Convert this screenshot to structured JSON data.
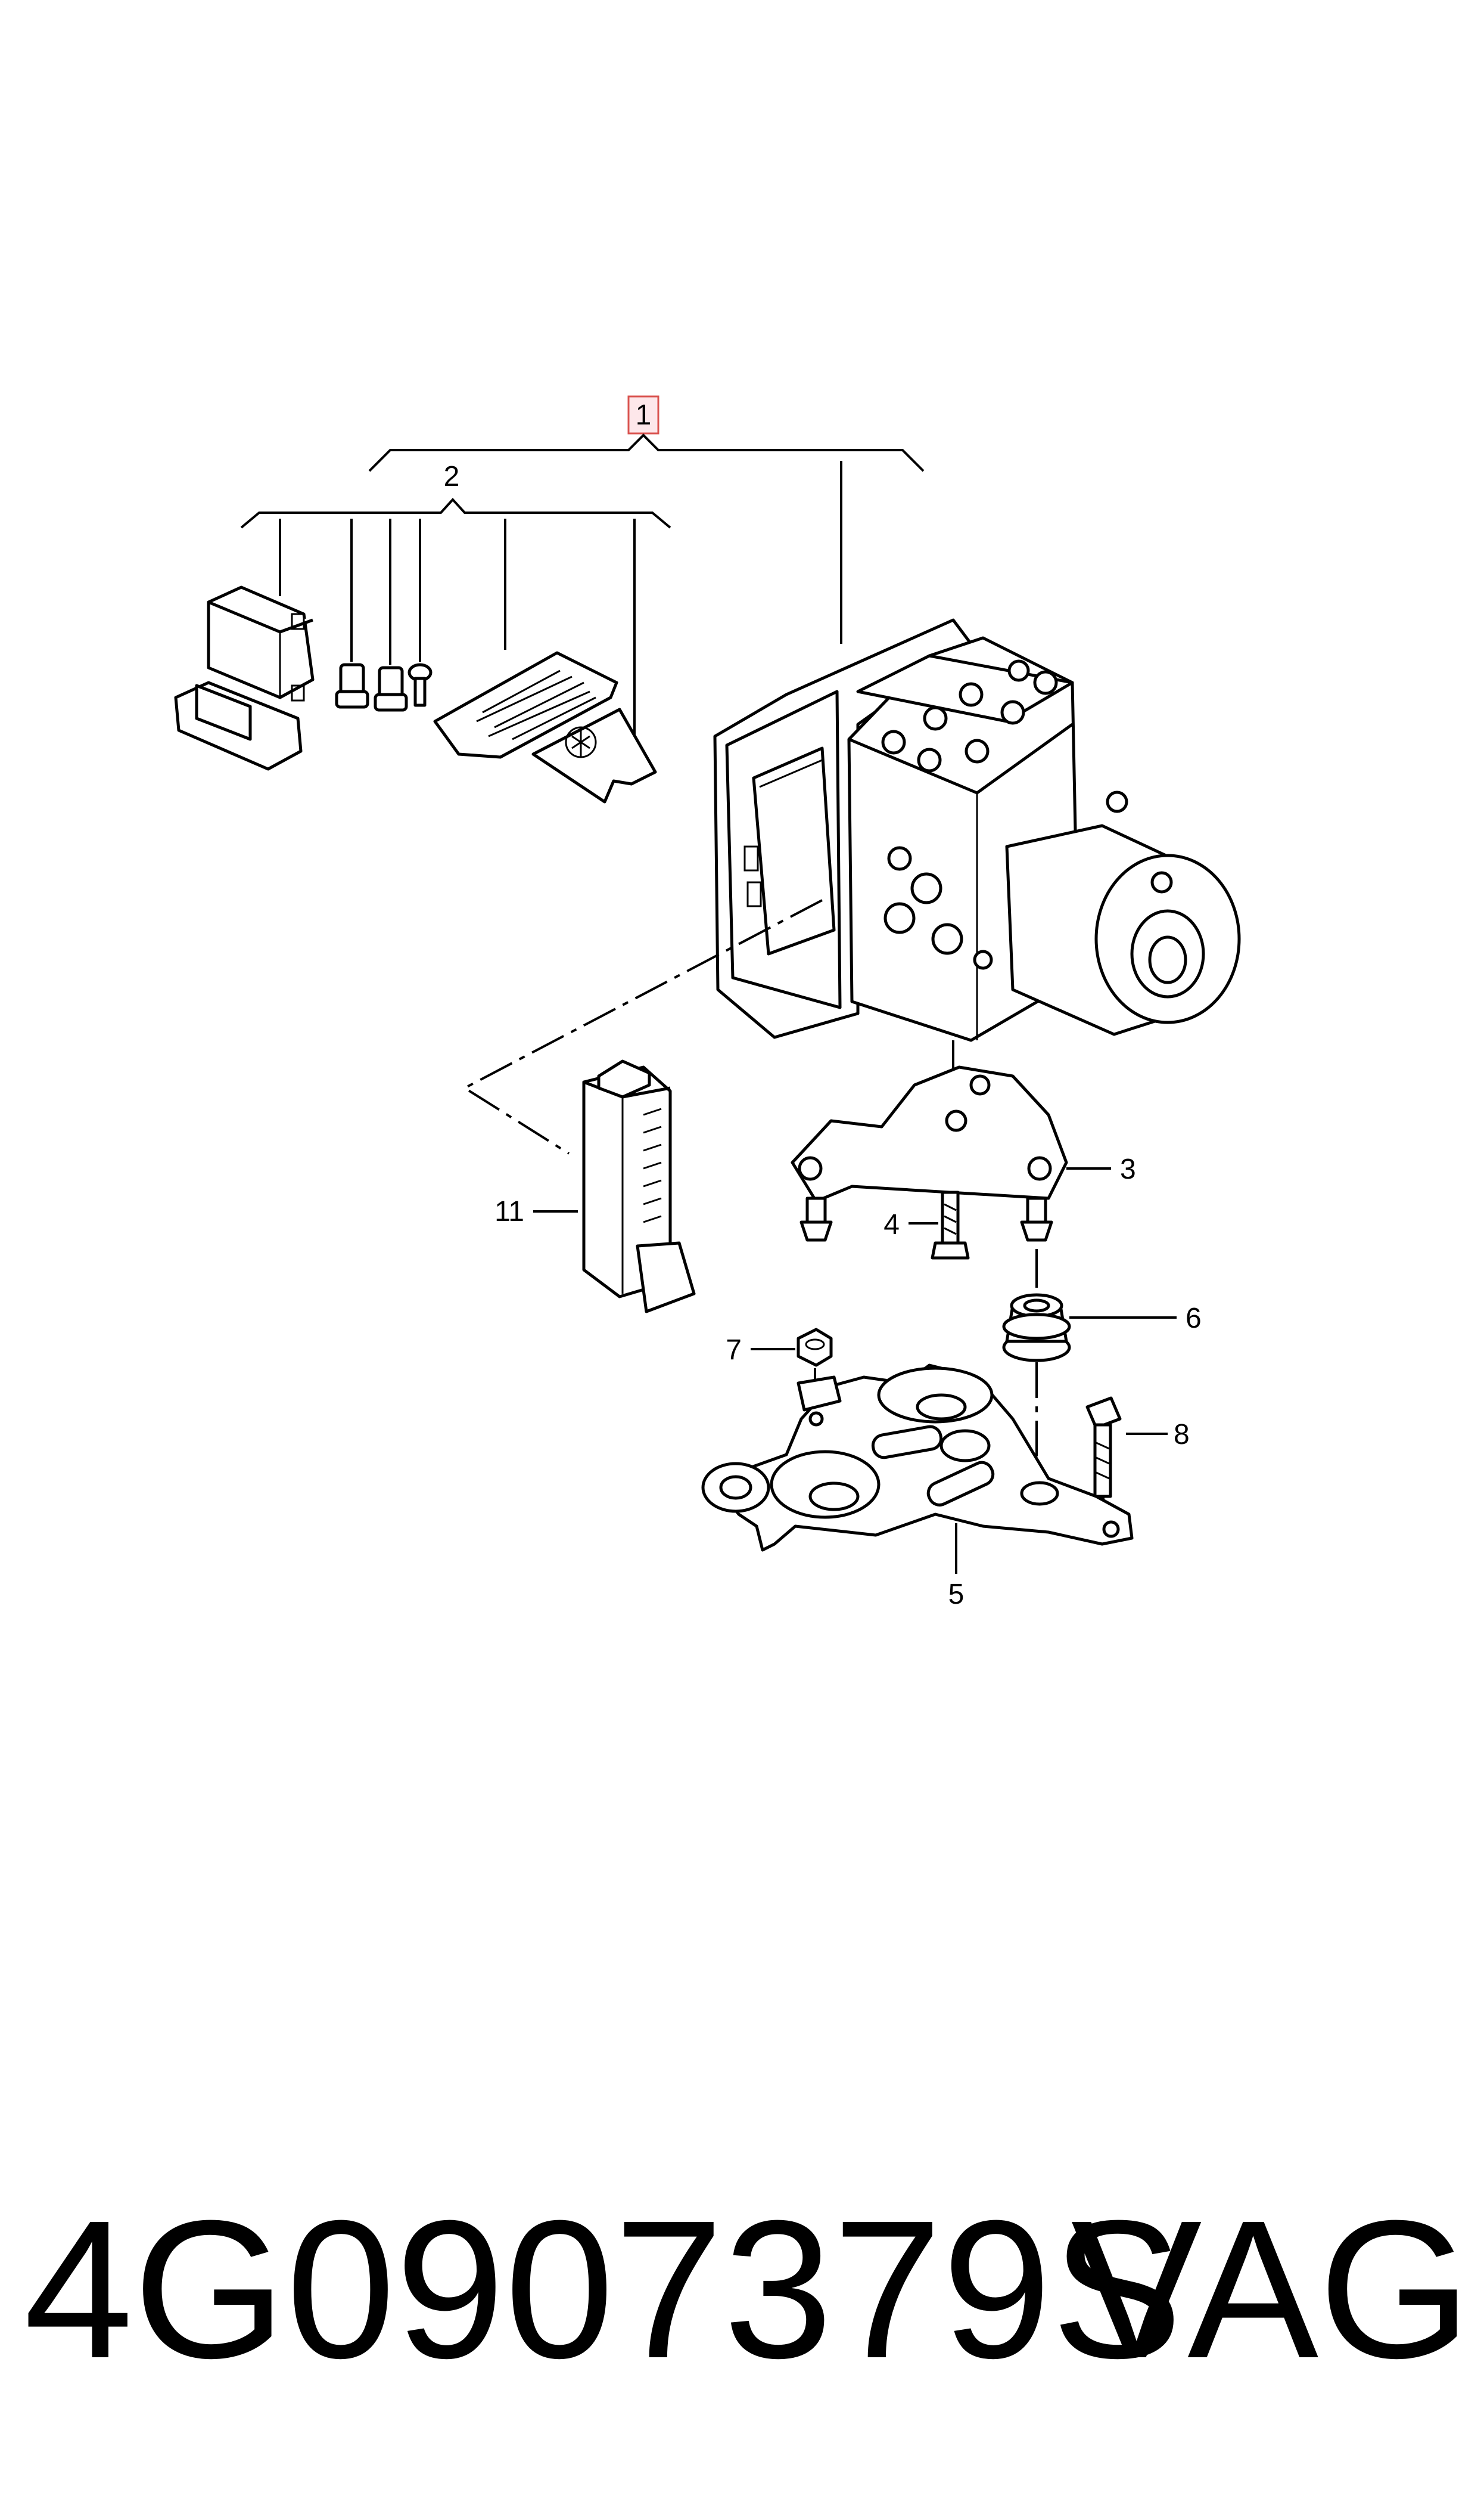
{
  "callouts": {
    "c1": "1",
    "c2": "2",
    "c3": "3",
    "c4": "4",
    "c5": "5",
    "c6": "6",
    "c7": "7",
    "c8": "8",
    "c11": "11"
  },
  "footer": {
    "part_number": "4G0907379S",
    "brand": "VAG"
  },
  "colors": {
    "highlight_box": "#d9534f",
    "highlight_fill": "#fde7ea"
  }
}
